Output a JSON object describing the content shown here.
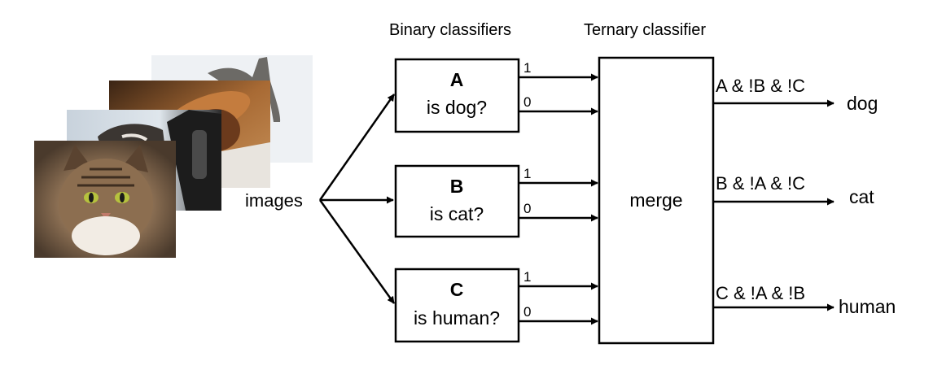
{
  "headers": {
    "binary": "Binary classifiers",
    "ternary": "Ternary classifier"
  },
  "input_label": "images",
  "classifiers": [
    {
      "letter": "A",
      "question": "is dog?",
      "out1": "1",
      "out0": "0"
    },
    {
      "letter": "B",
      "question": "is cat?",
      "out1": "1",
      "out0": "0"
    },
    {
      "letter": "C",
      "question": "is human?",
      "out1": "1",
      "out0": "0"
    }
  ],
  "merge_label": "merge",
  "outputs": [
    {
      "rule": "A & !B & !C",
      "result": "dog"
    },
    {
      "rule": "B & !A & !C",
      "result": "cat"
    },
    {
      "rule": "C & !A & !B",
      "result": "human"
    }
  ],
  "photo_stack": [
    "dog-in-snow-photo",
    "person-with-hat-photo",
    "dog-in-car-photo",
    "tabby-cat-photo"
  ]
}
